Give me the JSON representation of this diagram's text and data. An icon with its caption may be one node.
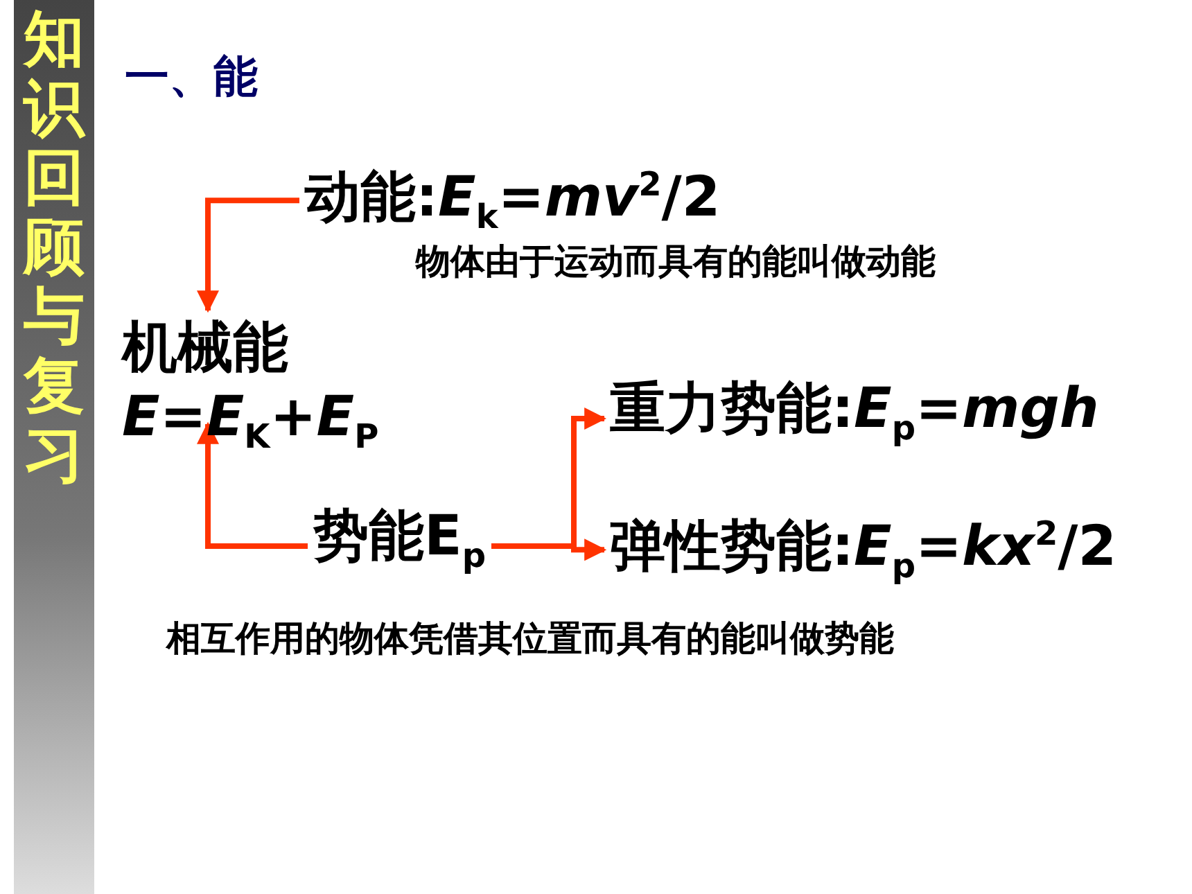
{
  "diagram": {
    "title": "一、能",
    "nodes": [
      {
        "text": [
          "动能:*E*$_{k}$=*mv*$^{2}$/2"
        ],
        "beside": [
          "物体由于运动而具有的能叫做动能"
        ]
      },
      {
        "text": [
          "机械能",
          "*E*=*E*$_{K}$+*E*$_{P}$"
        ]
      },
      {
        "text": [
          "势能E$_{p}$"
        ],
        "beside": [
          "相互作用的物体凭借其位置而具有的能叫做势能"
        ]
      },
      {
        "text": [
          "重力势能:*E*$_{p}$=*mgh*"
        ]
      },
      {
        "text": [
          "弹性势能:*E*$_{p}$=*kx*$^{2}$/2"
        ]
      }
    ],
    "edges": [
      {
        "from": 0,
        "to": 1,
        "arrow": "to"
      },
      {
        "from": 2,
        "to": 1,
        "arrow": "to"
      },
      {
        "from": 2,
        "to": 3,
        "arrow": "to"
      },
      {
        "from": 2,
        "to": 4,
        "arrow": "to"
      }
    ],
    "labels": [
      "知识回顾与复习"
    ]
  }
}
